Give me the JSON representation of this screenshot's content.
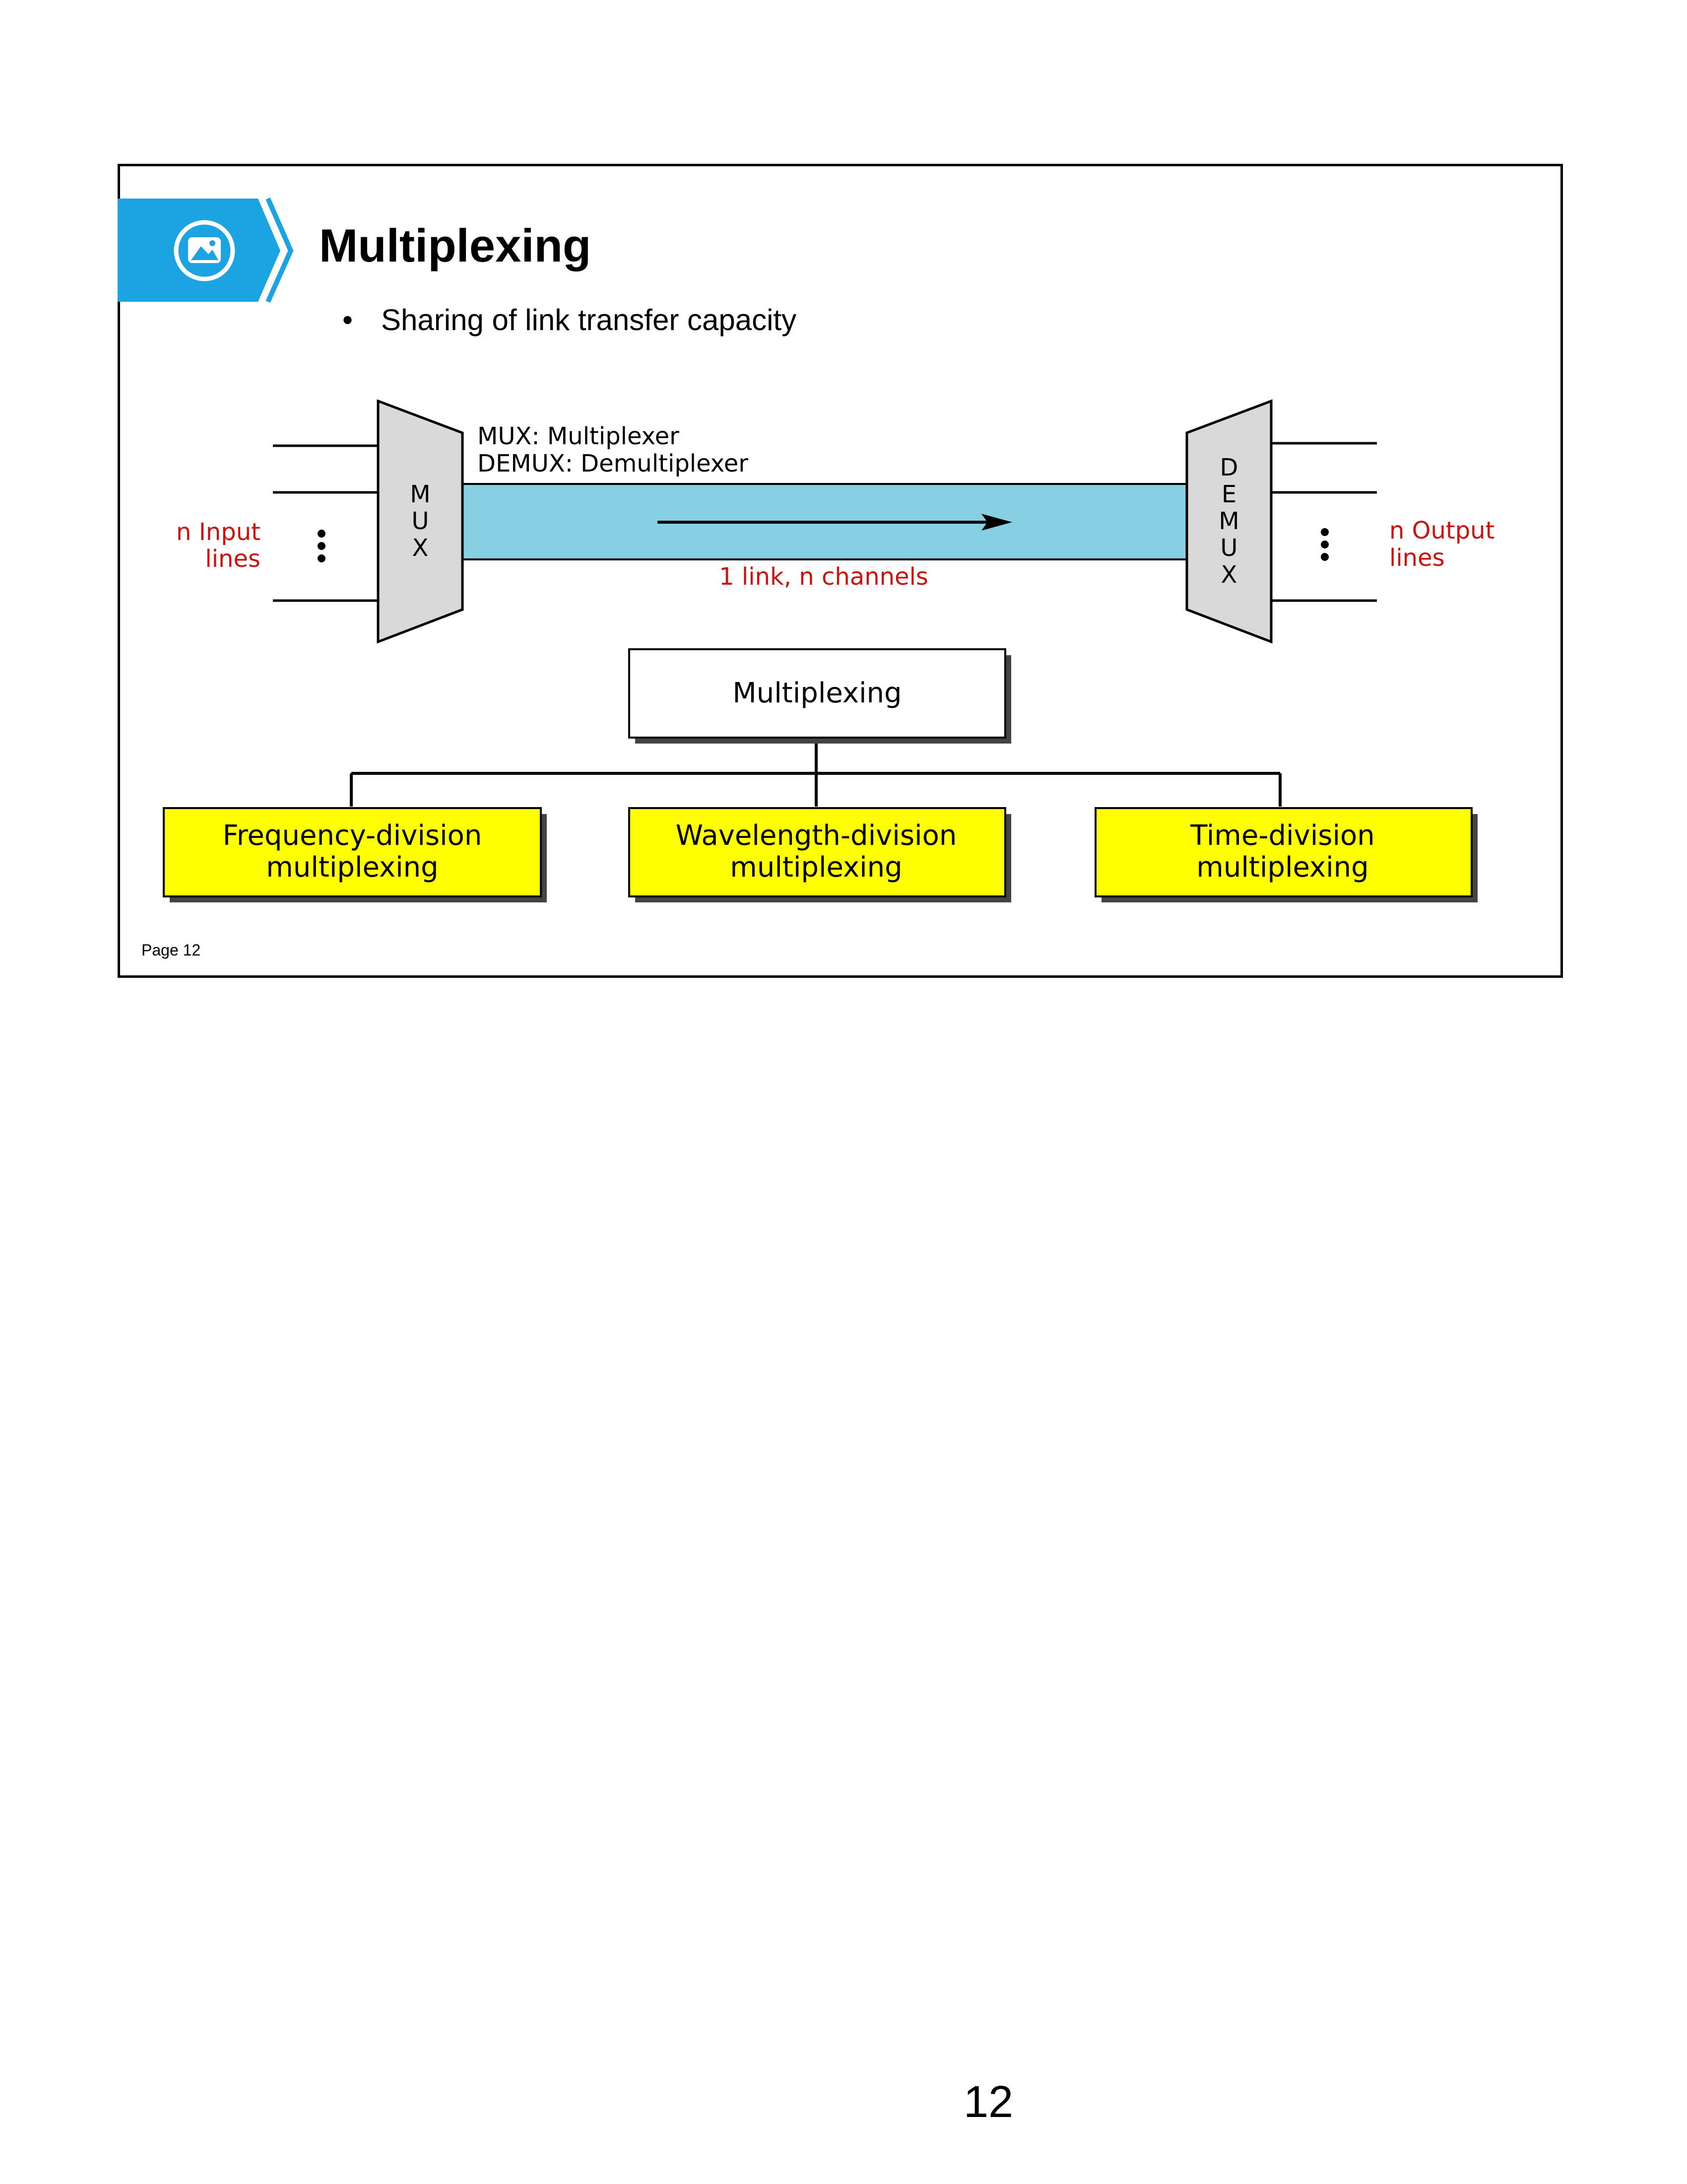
{
  "slide": {
    "title": "Multiplexing",
    "bullet": "Sharing of link transfer capacity",
    "page_label": "Page 12",
    "accent_color": "#1ba3e2",
    "badge_icon": "image-icon"
  },
  "diagram": {
    "legend_mux": "MUX: Multiplexer",
    "legend_demux": "DEMUX: Demultiplexer",
    "mux_letters": [
      "M",
      "U",
      "X"
    ],
    "demux_letters": [
      "D",
      "E",
      "M",
      "U",
      "X"
    ],
    "input_label": [
      "n Input",
      "lines"
    ],
    "output_label": [
      "n Output",
      "lines"
    ],
    "link_label": "1 link, n channels",
    "link_color": "#87cfe3",
    "box_color": "#d9d9d9",
    "label_color": "#cc1111",
    "root_node": "Multiplexing",
    "leaf_color": "#ffff00",
    "leaves": [
      {
        "line1": "Frequency-division",
        "line2": "multiplexing"
      },
      {
        "line1": "Wavelength-division",
        "line2": "multiplexing"
      },
      {
        "line1": "Time-division",
        "line2": "multiplexing"
      }
    ]
  },
  "page_number": "12"
}
